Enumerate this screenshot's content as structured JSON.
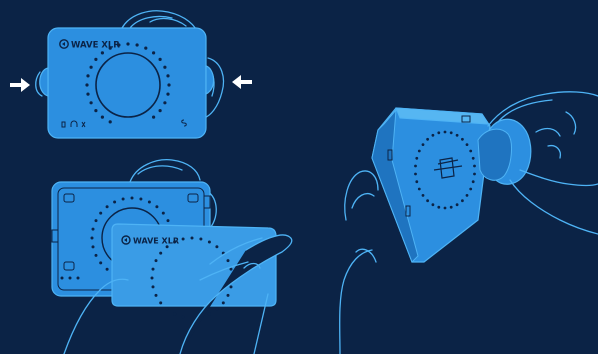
{
  "colors": {
    "background": "#0b2346",
    "panel_fill": "#2c8fe0",
    "panel_fill_front": "#3a9ce6",
    "outline": "#4eb3f5",
    "dark_line": "#0b2346",
    "arrow": "#ffffff"
  },
  "device": {
    "brand_label": "WAVE XLR",
    "brand_logo": "elgato-logo-icon"
  },
  "steps": [
    {
      "name": "squeeze-sides",
      "icons": [
        "right-arrow-icon",
        "left-arrow-icon"
      ]
    },
    {
      "name": "remove-faceplate"
    },
    {
      "name": "pull-dial-knob"
    }
  ]
}
